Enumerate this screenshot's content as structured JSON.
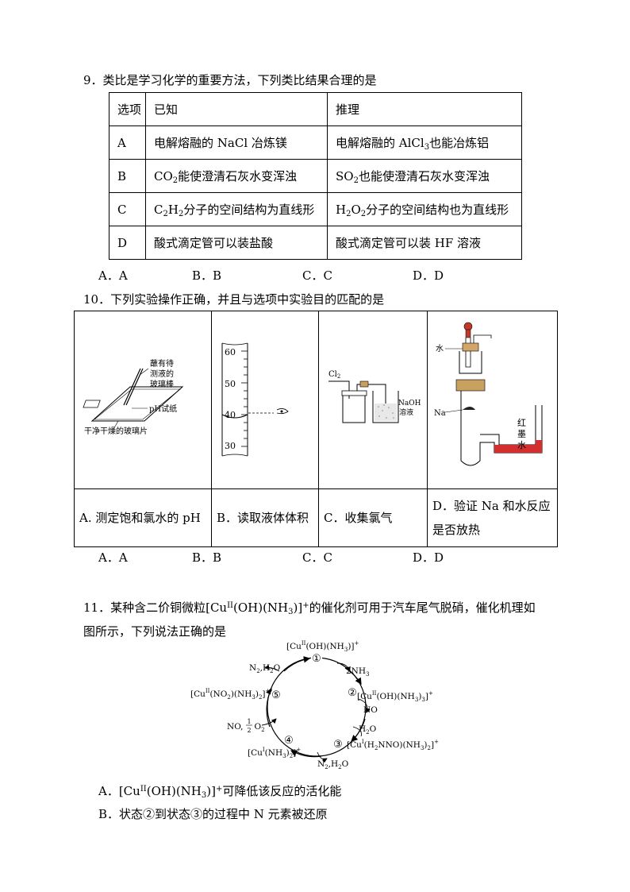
{
  "q9": {
    "stem": "9．类比是学习化学的重要方法，下列类比结果合理的是",
    "header": [
      "选项",
      "已知",
      "推理"
    ],
    "rows": [
      {
        "opt": "A",
        "known": "电解熔融的 NaCl 冶炼镁",
        "infer_pre": "电解熔融的 AlCl",
        "infer_sub": "3",
        "infer_post": "也能冶炼铝"
      },
      {
        "opt": "B",
        "known_pre": "CO",
        "known_sub": "2",
        "known_post": "能使澄清石灰水变浑浊",
        "infer_pre": "SO",
        "infer_sub": "2",
        "infer_post": "也能使澄清石灰水变浑浊"
      },
      {
        "opt": "C",
        "known_a": "C",
        "known_s1": "2",
        "known_b": "H",
        "known_s2": "2",
        "known_post": "分子的空间结构为直线形",
        "infer_a": "H",
        "infer_s1": "2",
        "infer_b": "O",
        "infer_s2": "2",
        "infer_post": "分子的空间结构也为直线形"
      },
      {
        "opt": "D",
        "known": "酸式滴定管可以装盐酸",
        "infer": "酸式滴定管可以装 HF 溶液"
      }
    ],
    "options": [
      "A．A",
      "B．B",
      "C．C",
      "D．D"
    ]
  },
  "q10": {
    "stem": "10．下列实验操作正确，并且与选项中实验目的匹配的是",
    "labels": [
      "A. 测定饱和氯水的 pH",
      "B．读取液体体积",
      "C．收集氯气",
      "D．验证 Na 和水反应是否放热"
    ],
    "img_a": {
      "l1": "蘸有待",
      "l2": "测液的",
      "l3": "玻璃棒",
      "paper": "pH试纸",
      "plate": "干净干燥的玻璃片"
    },
    "img_b": {
      "ticks": [
        "60",
        "50",
        "40",
        "30"
      ]
    },
    "img_c": {
      "gas": "Cl",
      "gas_sub": "2",
      "sol1": "NaOH",
      "sol2": "溶液"
    },
    "img_d": {
      "water": "水",
      "na": "Na",
      "ink1": "红",
      "ink2": "墨",
      "ink3": "水"
    },
    "options": [
      "A．A",
      "B．B",
      "C．C",
      "D．D"
    ]
  },
  "q11": {
    "stem1": "11．某种含二价铜微粒[Cu",
    "stem1_sup": "II",
    "stem1_mid": "(OH)(NH",
    "stem1_sub": "3",
    "stem1_end": ")]",
    "stem1_sup2": "+",
    "stem1_tail": "的催化剂可用于汽车尾气脱硝，催化机理如",
    "stem2": "图所示，下列说法正确的是",
    "cycle": {
      "n1": "①",
      "n2": "②",
      "n3": "③",
      "n4": "④",
      "n5": "⑤",
      "s1": "[Cu",
      "s1_sup": "II",
      "s1_b": "(OH)(NH",
      "s1_sub": "3",
      "s1_c": ")]",
      "s1_sup2": "+",
      "s2": "[Cu",
      "s2_sup": "II",
      "s2_b": "(OH)(NH",
      "s2_sub": "3",
      "s2_c": ")",
      "s2_sub2": "3",
      "s2_d": "]",
      "s2_sup2": "+",
      "s3": "[Cu",
      "s3_sup": "I",
      "s3_b": "(H",
      "s3_sub": "2",
      "s3_c": "NNO)(NH",
      "s3_sub2": "3",
      "s3_d": ")",
      "s3_sub3": "2",
      "s3_e": "]",
      "s3_sup2": "+",
      "s4": "[Cu",
      "s4_sup": "I",
      "s4_b": "(NH",
      "s4_sub": "3",
      "s4_c": ")",
      "s4_sub2": "2",
      "s4_d": "]",
      "s4_sup2": "+",
      "s5": "[Cu",
      "s5_sup": "II",
      "s5_b": "(NO",
      "s5_sub": "2",
      "s5_c": ")(NH",
      "s5_sub2": "3",
      "s5_d": ")",
      "s5_sub3": "2",
      "s5_e": "]",
      "s5_sup2": "+",
      "in_nh3": "2NH",
      "in_nh3_sub": "3",
      "in_no": "NO",
      "out_h2o": "H",
      "out_h2o_sub": "2",
      "out_h2o_b": "O",
      "out_n2h2o_b": "N",
      "out_n2h2o_b_sub": "2",
      "out_n2h2o_b_c": ",H",
      "out_n2h2o_b_sub2": "2",
      "out_n2h2o_b_d": "O",
      "in_no_o2": "NO,",
      "frac_num": "1",
      "frac_den": "2",
      "o2": "O",
      "o2_sub": "2",
      "out_n2h2o_t": "N",
      "out_n2h2o_t_sub": "2",
      "out_n2h2o_t_c": ",H",
      "out_n2h2o_t_sub2": "2",
      "out_n2h2o_t_d": "O"
    },
    "optA_pre": "A．[Cu",
    "optA_sup": "II",
    "optA_mid": "(OH)(NH",
    "optA_sub": "3",
    "optA_end": ")]",
    "optA_sup2": "+",
    "optA_tail": "可降低该反应的活化能",
    "optB": "B．状态②到状态③的过程中 N 元素被还原"
  }
}
